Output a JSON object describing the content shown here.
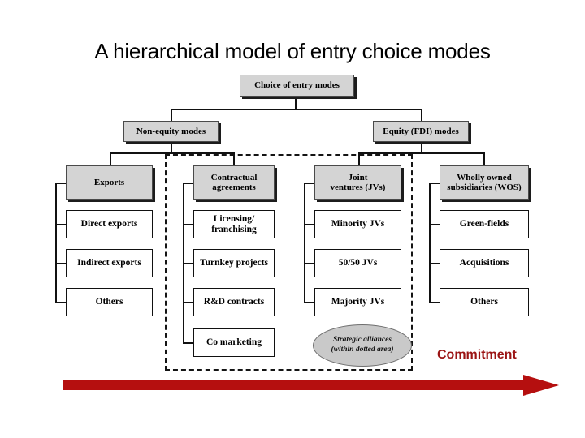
{
  "slide": {
    "title": "A hierarchical model of entry choice modes",
    "background_color": "#ffffff"
  },
  "colors": {
    "shaded_box_fill": "#d4d4d4",
    "shaded_box_border": "#4a4a4a",
    "plain_box_fill": "#ffffff",
    "plain_box_border": "#111111",
    "ellipse_fill": "#c9c9c9",
    "arrow_red": "#b50f0f",
    "commitment_text": "#9b1414",
    "connector_line": "#111111",
    "dashed_border": "#141414"
  },
  "diagram": {
    "root": {
      "label": "Choice of entry modes"
    },
    "level2": [
      {
        "label": "Non-equity modes"
      },
      {
        "label": "Equity (FDI) modes"
      }
    ],
    "columns": [
      {
        "header": {
          "line1": "Exports",
          "line2": ""
        },
        "items": [
          {
            "label": "Direct exports"
          },
          {
            "label": "Indirect exports"
          },
          {
            "label": "Others"
          }
        ]
      },
      {
        "header": {
          "line1": "Contractual",
          "line2": "agreements"
        },
        "items": [
          {
            "line1": "Licensing/",
            "line2": "franchising"
          },
          {
            "line1": "Turnkey projects",
            "line2": ""
          },
          {
            "line1": "R&D contracts",
            "line2": ""
          },
          {
            "line1": "Co marketing",
            "line2": ""
          }
        ]
      },
      {
        "header": {
          "line1": "Joint",
          "line2": "ventures (JVs)"
        },
        "items": [
          {
            "label": "Minority JVs"
          },
          {
            "label": "50/50 JVs"
          },
          {
            "label": "Majority JVs"
          }
        ]
      },
      {
        "header": {
          "line1": "Wholly owned",
          "line2": "subsidiaries (WOS)"
        },
        "items": [
          {
            "label": "Green-fields"
          },
          {
            "label": "Acquisitions"
          },
          {
            "label": "Others"
          }
        ]
      }
    ],
    "annotation_ellipse": {
      "line1": "Strategic alliances",
      "line2": "(within dotted area)"
    },
    "axis_label": "Commitment"
  }
}
